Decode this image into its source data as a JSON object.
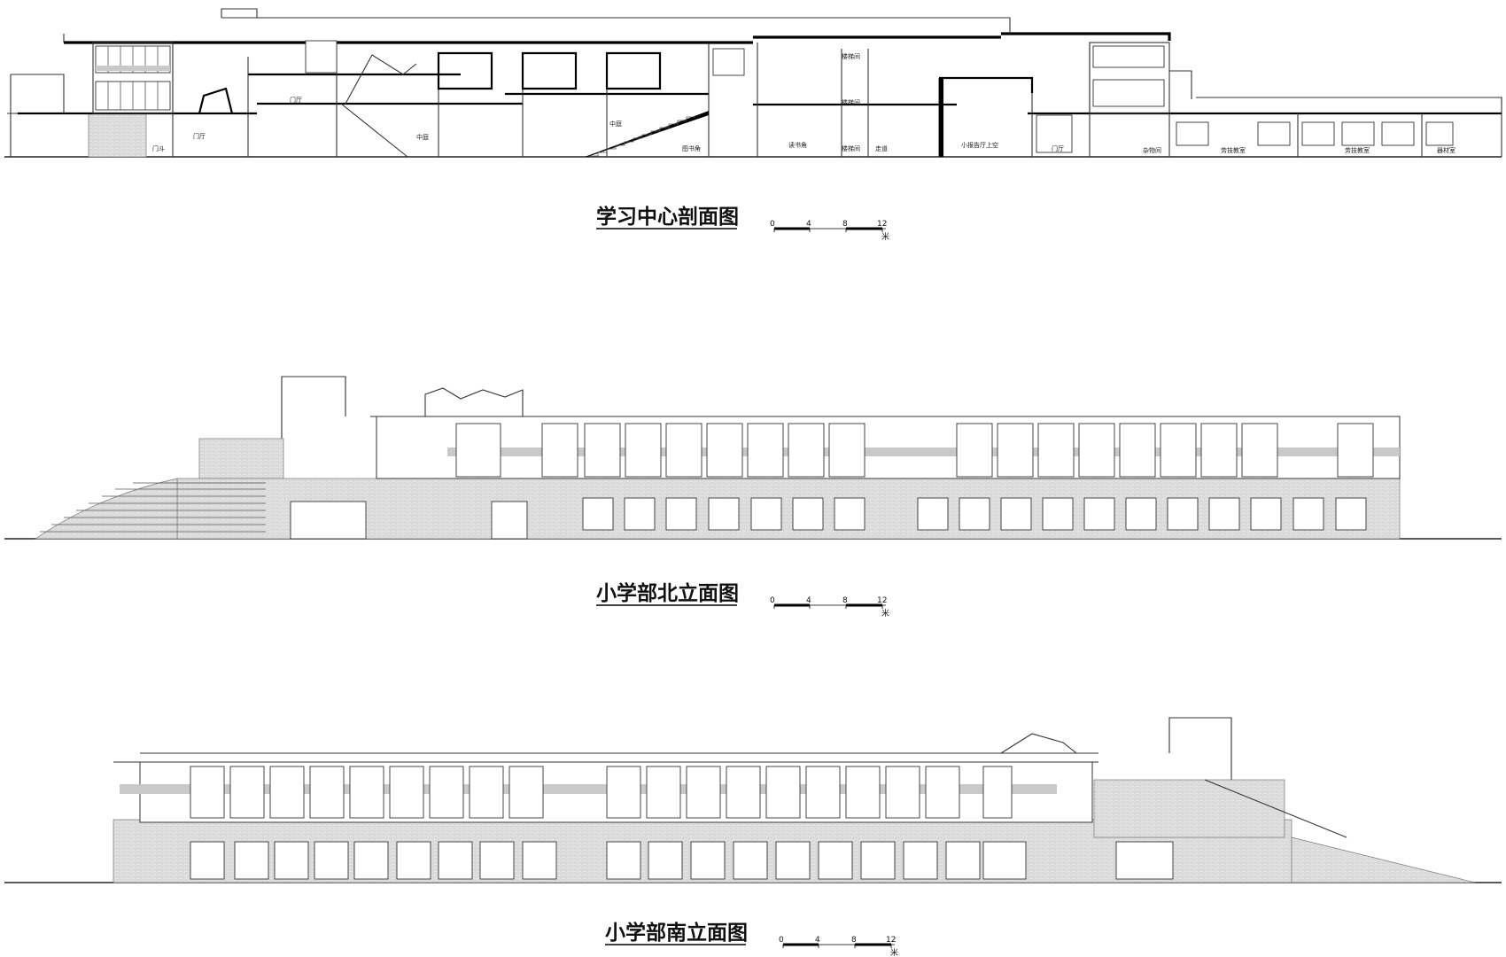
{
  "drawings": [
    {
      "id": "section",
      "title": "学习中心剖面图",
      "scale": {
        "ticks": [
          "0",
          "4",
          "8",
          "12"
        ],
        "unit": "米"
      },
      "rooms": [
        "门斗",
        "门厅",
        "门厅",
        "中庭",
        "中庭",
        "图书角",
        "读书角",
        "楼梯间",
        "楼梯间",
        "楼梯间",
        "走道",
        "小报告厅上空",
        "门厅",
        "杂物间",
        "劳技教室",
        "劳技教室",
        "器材室"
      ]
    },
    {
      "id": "north",
      "title": "小学部北立面图",
      "scale": {
        "ticks": [
          "0",
          "4",
          "8",
          "12"
        ],
        "unit": "米"
      }
    },
    {
      "id": "south",
      "title": "小学部南立面图",
      "scale": {
        "ticks": [
          "0",
          "4",
          "8",
          "12"
        ],
        "unit": "米"
      }
    }
  ],
  "colors": {
    "line": "#000000",
    "brick": "#d8d8d8",
    "glass_band": "#c9c9c9",
    "background": "#ffffff"
  }
}
